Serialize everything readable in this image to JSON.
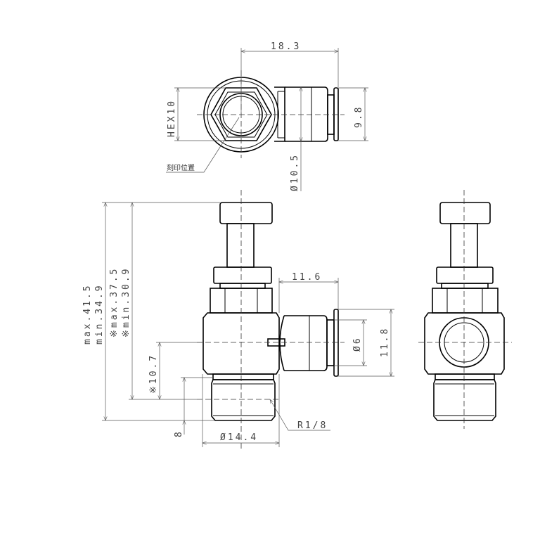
{
  "title": "Speed controller elbow fitting dimensional drawing",
  "dimensions": {
    "top_width": "18.3",
    "hex": "HEX10",
    "top_height": "9.8",
    "body_diameter": "Ø10.5",
    "marking_note": "刻印位置",
    "max_height": "max.41.5",
    "min_height": "min.34.9",
    "max_height_ref": "※max.37.5",
    "min_height_ref": "※min.30.9",
    "center_height": "※10.7",
    "thread_length": "8",
    "hex_diameter": "Ø14.4",
    "side_length": "11.6",
    "tube_diameter": "Ø6",
    "flange_height": "11.8",
    "thread": "R1/8"
  }
}
